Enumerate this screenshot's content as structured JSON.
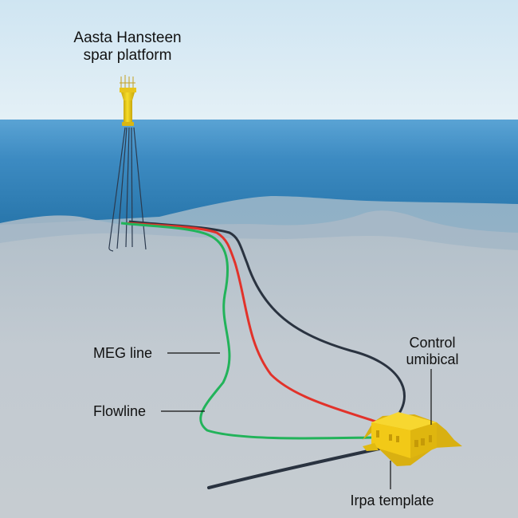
{
  "title": "Aasta Hansteen spar platform",
  "labels": {
    "platform": [
      "Aasta Hansteen",
      "spar platform"
    ],
    "meg_line": "MEG line",
    "flowline": "Flowline",
    "control_umbilical": [
      "Control",
      "umibical"
    ],
    "template": "Irpa template"
  },
  "colors": {
    "sky": "#dcecf5",
    "sea_surface": "#4b93c8",
    "sea_deep": "#2a78ad",
    "seabed": "#c2c9cf",
    "platform_yellow": "#f2d21b",
    "template_yellow": "#f4cc16",
    "meg_line": "#22b35a",
    "flowline": "#e2322a",
    "control_umbilical": "#2a3340"
  }
}
